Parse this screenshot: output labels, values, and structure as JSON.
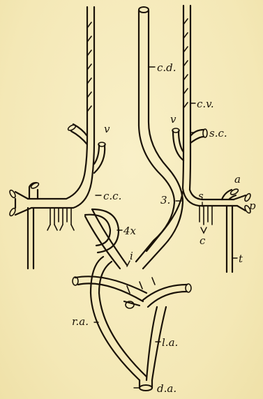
{
  "labels": {
    "cd": "c.d.",
    "cv": "c.v.",
    "v_left": "v",
    "v_right": "v",
    "sc": "s.c.",
    "cc": "c.c.",
    "three": "3.",
    "s": "s",
    "a": "a",
    "p": "p",
    "fourx": "4x",
    "i": "i",
    "c": "c",
    "t": "t",
    "ra": "r.a.",
    "la": "l.a.",
    "da": "d.a."
  }
}
